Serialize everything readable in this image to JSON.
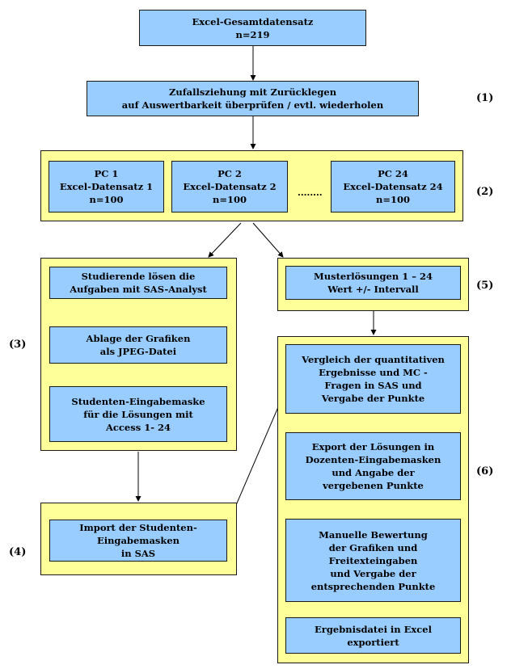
{
  "nodes": {
    "dataset": {
      "lines": [
        "Excel-Gesamtdatensatz",
        "n=219"
      ]
    },
    "sampling": {
      "lines": [
        "Zufallsziehung mit Zurücklegen",
        "auf Auswertbarkeit überprüfen / evtl. wiederholen"
      ]
    },
    "pc1": {
      "lines": [
        "PC 1",
        "Excel-Datensatz 1",
        "n=100"
      ]
    },
    "pc2": {
      "lines": [
        "PC 2",
        "Excel-Datensatz 2",
        "n=100"
      ]
    },
    "ellipsis": "........",
    "pc24": {
      "lines": [
        "PC 24",
        "Excel-Datensatz 24",
        "n=100"
      ]
    },
    "students_solve": {
      "lines": [
        "Studierende lösen die",
        "Aufgaben mit SAS-Analyst"
      ]
    },
    "store_graphics": {
      "lines": [
        "Ablage der Grafiken",
        "als JPEG-Datei"
      ]
    },
    "student_form": {
      "lines": [
        "Studenten-Eingabemaske",
        "für die Lösungen mit",
        "Access 1- 24"
      ]
    },
    "import": {
      "lines": [
        "Import der Studenten-",
        "Eingabemasken",
        "in SAS"
      ]
    },
    "model_solutions": {
      "lines": [
        "Musterlösungen 1 – 24",
        "Wert +/- Intervall"
      ]
    },
    "compare": {
      "lines": [
        "Vergleich der quantitativen",
        "Ergebnisse und MC -",
        "Fragen in SAS und",
        "Vergabe der Punkte"
      ]
    },
    "export": {
      "lines": [
        "Export der Lösungen in",
        "Dozenten-Eingabemasken",
        "und Angabe der",
        "vergebenen Punkte"
      ]
    },
    "manual": {
      "lines": [
        "Manuelle Bewertung",
        "der Grafiken und",
        "Freitexteingaben",
        "und Vergabe der",
        "entsprechenden Punkte"
      ]
    },
    "result": {
      "lines": [
        "Ergebnisdatei in Excel",
        "exportiert"
      ]
    }
  },
  "step_labels": [
    "(1)",
    "(2)",
    "(3)",
    "(4)",
    "(5)",
    "(6)"
  ]
}
